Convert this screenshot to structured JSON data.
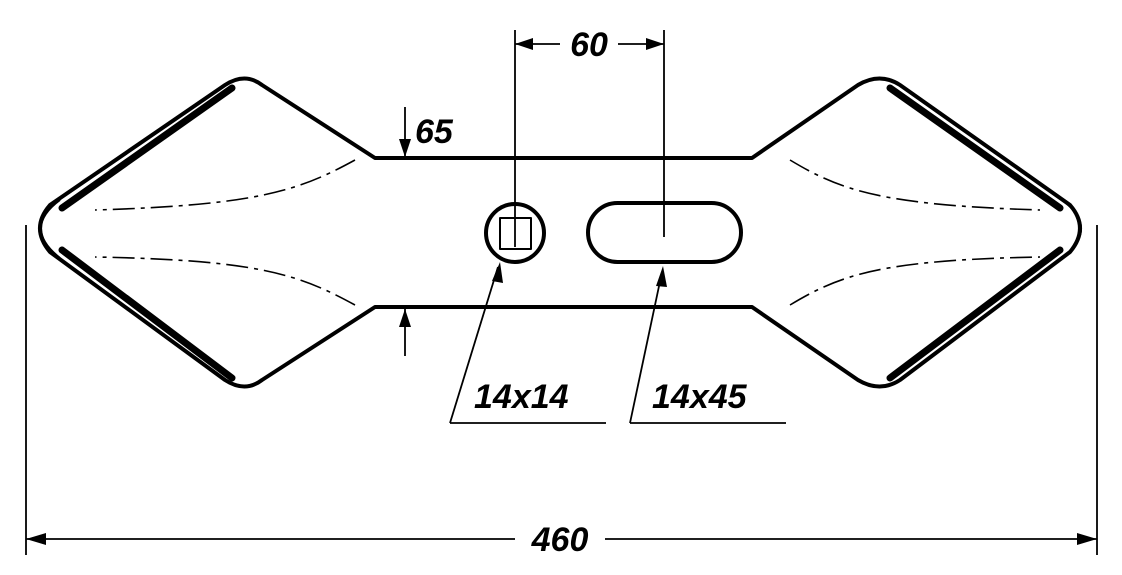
{
  "drawing": {
    "dimensions": {
      "overall_length": "460",
      "hole_spacing": "60",
      "center_width": "65"
    },
    "callouts": {
      "square_hole": "14x14",
      "slot_hole": "14x45"
    },
    "colors": {
      "line": "#000000",
      "background": "#ffffff"
    }
  }
}
